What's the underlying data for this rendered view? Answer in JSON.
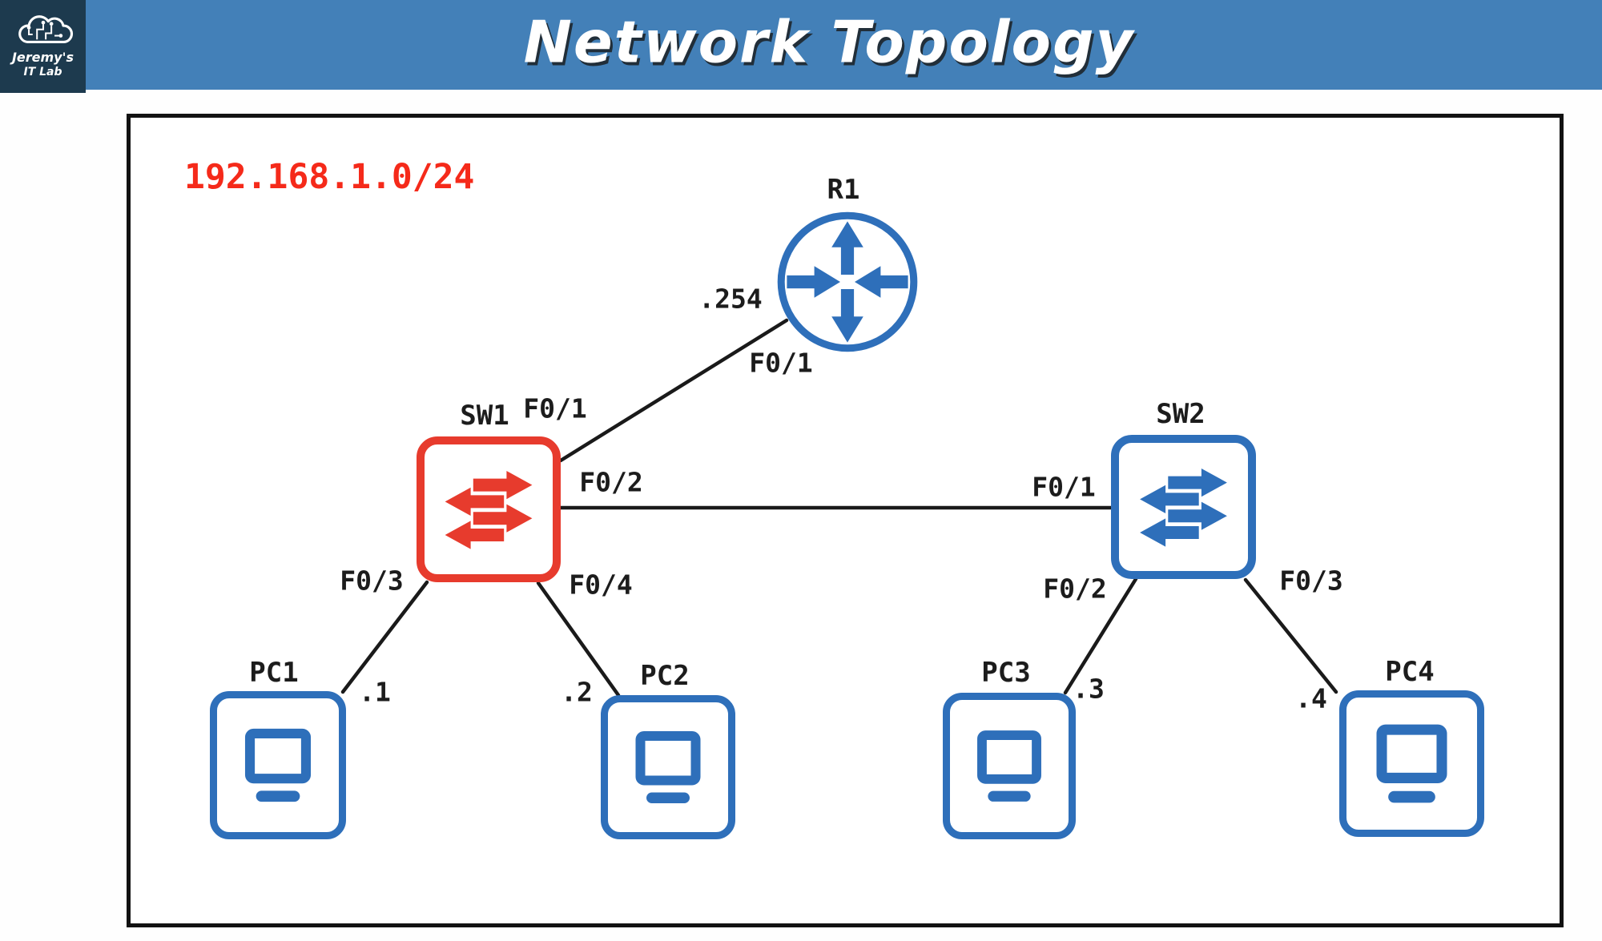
{
  "header": {
    "title": "Network Topology",
    "logo_line1": "Jeremy's",
    "logo_line2": "IT Lab"
  },
  "diagram": {
    "subnet": "192.168.1.0/24",
    "nodes": {
      "r1": {
        "name": "R1",
        "type": "router",
        "ip": ".254"
      },
      "sw1": {
        "name": "SW1",
        "type": "switch"
      },
      "sw2": {
        "name": "SW2",
        "type": "switch"
      },
      "pc1": {
        "name": "PC1",
        "type": "pc",
        "ip": ".1"
      },
      "pc2": {
        "name": "PC2",
        "type": "pc",
        "ip": ".2"
      },
      "pc3": {
        "name": "PC3",
        "type": "pc",
        "ip": ".3"
      },
      "pc4": {
        "name": "PC4",
        "type": "pc",
        "ip": ".4"
      }
    },
    "ports": {
      "r1": {
        "f01": "F0/1"
      },
      "sw1": {
        "f01": "F0/1",
        "f02": "F0/2",
        "f03": "F0/3",
        "f04": "F0/4"
      },
      "sw2": {
        "f01": "F0/1",
        "f02": "F0/2",
        "f03": "F0/3"
      }
    },
    "links": [
      {
        "from": "R1",
        "from_port": "F0/1",
        "to": "SW1",
        "to_port": "F0/1"
      },
      {
        "from": "SW1",
        "from_port": "F0/2",
        "to": "SW2",
        "to_port": "F0/1"
      },
      {
        "from": "SW1",
        "from_port": "F0/3",
        "to": "PC1"
      },
      {
        "from": "SW1",
        "from_port": "F0/4",
        "to": "PC2"
      },
      {
        "from": "SW2",
        "from_port": "F0/2",
        "to": "PC3"
      },
      {
        "from": "SW2",
        "from_port": "F0/3",
        "to": "PC4"
      }
    ]
  },
  "colors": {
    "header_blue": "#4380b8",
    "logo_bg": "#1d3a4e",
    "device_blue": "#2e6fba",
    "switch_red": "#e73b2d",
    "subnet_red": "#f52a1a",
    "line_black": "#1a1a1a",
    "text_black": "#1c1c1c"
  }
}
